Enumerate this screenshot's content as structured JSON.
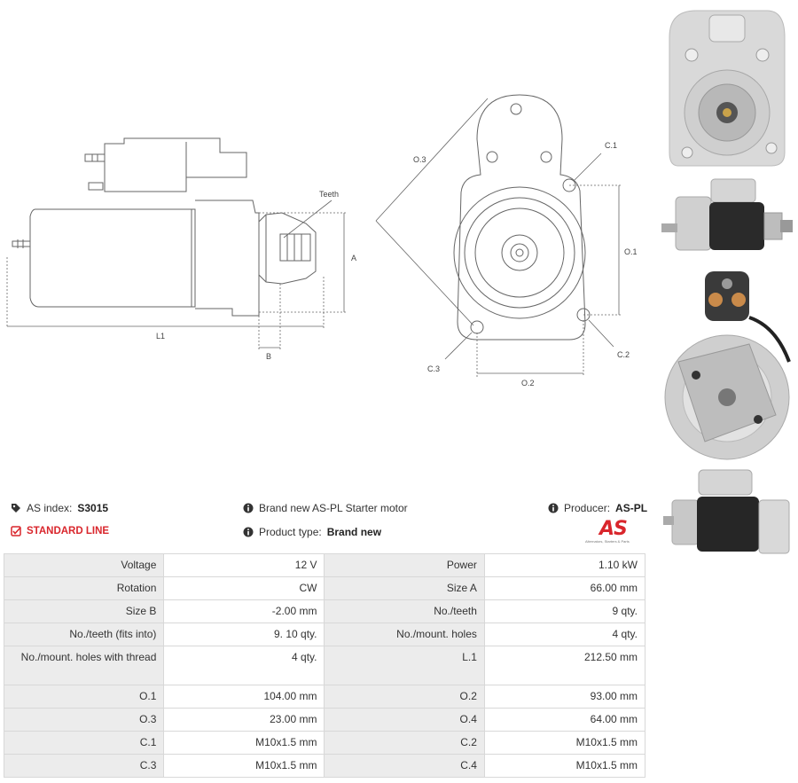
{
  "drawing": {
    "side_labels": {
      "teeth": "Teeth",
      "a": "A",
      "b": "B",
      "l1": "L1"
    },
    "front_labels": {
      "o1": "O.1",
      "o2": "O.2",
      "o3": "O.3",
      "c1": "C.1",
      "c2": "C.2",
      "c3": "C.3"
    }
  },
  "info": {
    "index_label": "AS index:",
    "index_value": "S3015",
    "standard_line": "STANDARD LINE",
    "brand_text": "Brand new AS-PL Starter motor",
    "type_label": "Product type:",
    "type_value": "Brand new",
    "producer_label": "Producer:",
    "producer_value": "AS-PL",
    "logo_text": "AS",
    "logo_tagline": "Alternators, Starters & Parts"
  },
  "table": {
    "rows": [
      [
        {
          "label": "Voltage",
          "value": "12 V"
        },
        {
          "label": "Power",
          "value": "1.10 kW"
        }
      ],
      [
        {
          "label": "Rotation",
          "value": "CW"
        },
        {
          "label": "Size A",
          "value": "66.00 mm"
        }
      ],
      [
        {
          "label": "Size B",
          "value": "-2.00 mm"
        },
        {
          "label": "No./teeth",
          "value": "9 qty."
        }
      ],
      [
        {
          "label": "No./teeth (fits into)",
          "value": "9. 10 qty."
        },
        {
          "label": "No./mount. holes",
          "value": "4 qty."
        }
      ],
      [
        {
          "label": "No./mount. holes with thread",
          "value": "4 qty."
        },
        {
          "label": "L.1",
          "value": "212.50 mm"
        }
      ],
      [
        {
          "label": "O.1",
          "value": "104.00 mm"
        },
        {
          "label": "O.2",
          "value": "93.00 mm"
        }
      ],
      [
        {
          "label": "O.3",
          "value": "23.00 mm"
        },
        {
          "label": "O.4",
          "value": "64.00 mm"
        }
      ],
      [
        {
          "label": "C.1",
          "value": "M10x1.5 mm"
        },
        {
          "label": "C.2",
          "value": "M10x1.5 mm"
        }
      ],
      [
        {
          "label": "C.3",
          "value": "M10x1.5 mm"
        },
        {
          "label": "C.4",
          "value": "M10x1.5 mm"
        }
      ]
    ]
  },
  "colors": {
    "accent": "#d9262c",
    "label_bg": "#ececec",
    "border": "#d8d8d8"
  }
}
